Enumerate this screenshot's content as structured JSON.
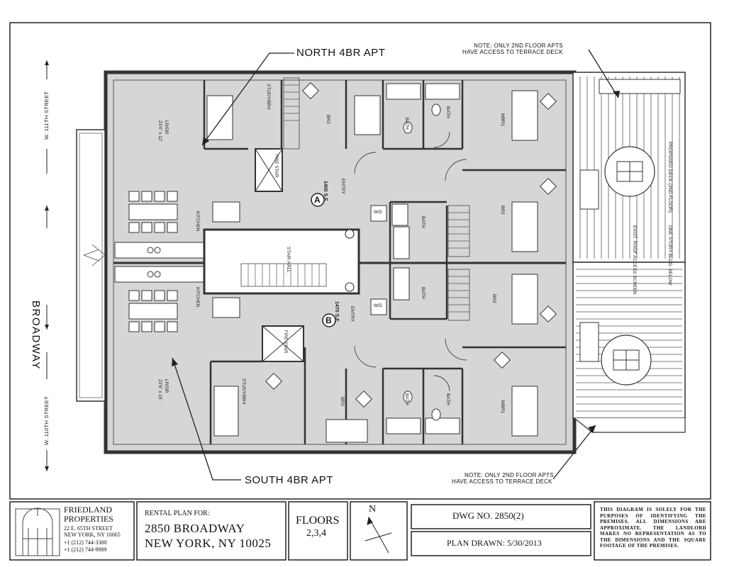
{
  "streets": {
    "north": "W. 111TH STREET",
    "main": "BROADWAY",
    "south": "W. 110TH STREET"
  },
  "callouts": {
    "north_apt": "NORTH 4BR APT",
    "south_apt": "SOUTH 4BR APT",
    "terrace_note_top_1": "NOTE: ONLY 2ND FLOOR APTS",
    "terrace_note_top_2": "HAVE ACCESS TO TERRACE DECK",
    "terrace_note_bottom_1": "NOTE: ONLY 2ND FLOOR APTS",
    "terrace_note_bottom_2": "HAVE ACCESS TO TERRACE DECK"
  },
  "units": {
    "a": {
      "letter": "A",
      "area": "1400 S.F."
    },
    "b": {
      "letter": "B",
      "area": "1470 S.F."
    }
  },
  "rooms": {
    "lr_dr_north": "LR/DR",
    "lr_dr_north_dim": "23'4\" x 12'",
    "lr_dr_south": "LR/DR",
    "lr_dr_south_dim": "23'6\" x 15'",
    "kitchen_north": "KITCHEN",
    "kitchen_south": "KITCHEN",
    "study_north": "STUDY/BR4",
    "study_south": "STUDY/BR4",
    "br3_north": "BR3",
    "br3_south": "BR3",
    "bath_1": "BATH",
    "bath_2": "BATH",
    "bath_3": "BATH",
    "bath_4": "BATH",
    "bath_5": "BATH",
    "bath_6": "BATH",
    "mbr_north": "MBR1",
    "mbr_south": "MBR1",
    "br2_north": "BR2",
    "br2_south": "BR2",
    "entry_north": "ENTRY",
    "entry_south": "ENTRY",
    "stair_hall": "STAIR HALL",
    "fire_stair_1": "FIRE STAIR",
    "fire_stair_2": "FIRE STAIR",
    "wd_1": "W/D",
    "wd_2": "W/D",
    "deck": "PROPOSED DECK (2ND FLOOR)",
    "screen": "EXIST. ROOF ACCESS SCREEN",
    "below": "ONE STORY BLDG. BELOW"
  },
  "titleblock": {
    "company_1": "FRIEDLAND",
    "company_2": "PROPERTIES",
    "address_1": "22 E. 65TH STREET",
    "address_2": "NEW YORK, NY 10065",
    "phone_1": "+1 (212) 744-3300",
    "phone_2": "+1 (212) 744-9989",
    "rental_label": "RENTAL PLAN FOR:",
    "address_line_1": "2850 BROADWAY",
    "address_line_2": "NEW YORK, NY 10025",
    "floors_label": "FLOORS",
    "floors_value": "2,3,4",
    "north_letter": "N",
    "dwg_no": "DWG NO.   2850(2)",
    "plan_drawn": "PLAN DRAWN: 5/30/2013",
    "disclaimer": "THIS DIAGRAM IS SOLELY FOR THE PURPOSES OF IDENTIFYING THE PREMISES. ALL DIMENSIONS ARE APPROXIMATE. THE LANDLORD MAKES NO REPRESENTATION AS TO THE DIMENSIONS AND THE SQUARE FOOTAGE OF THE PREMISES."
  },
  "colors": {
    "floor_fill": "#d6d6d6",
    "wall": "#333333",
    "line": "#222222",
    "paper": "#ffffff"
  }
}
